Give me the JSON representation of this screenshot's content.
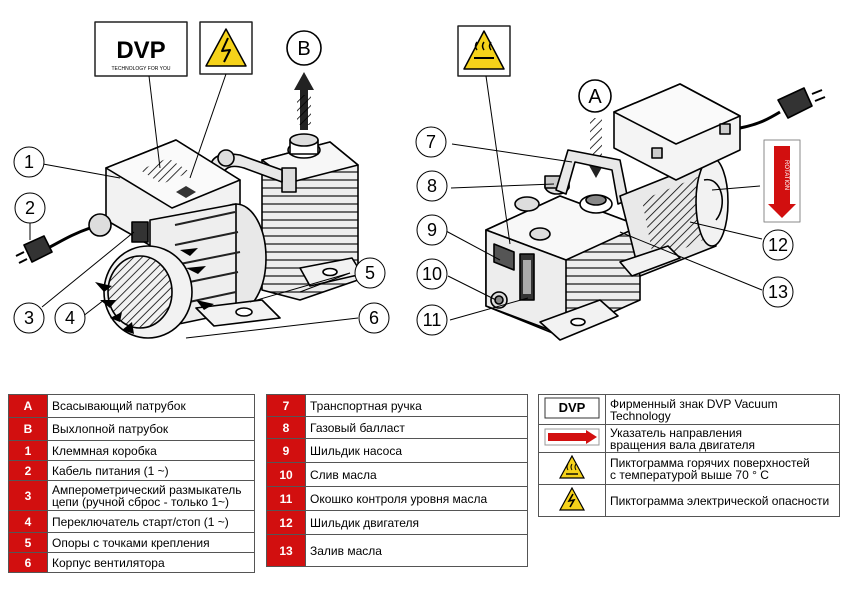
{
  "callouts": [
    "1",
    "2",
    "3",
    "4",
    "5",
    "6",
    "7",
    "8",
    "9",
    "10",
    "11",
    "12",
    "13"
  ],
  "port_markers": {
    "a": "A",
    "b": "B"
  },
  "dvp_logo": {
    "text": "DVP",
    "tagline": "TECHNOLOGY FOR YOU"
  },
  "rotation_sign": {
    "text": "ROTATION"
  },
  "legend_left": [
    {
      "code": "A",
      "text": [
        "Всасывающий патрубок"
      ]
    },
    {
      "code": "B",
      "text": [
        "Выхлопной патрубок"
      ]
    },
    {
      "code": "1",
      "text": [
        "Клеммная коробка"
      ]
    },
    {
      "code": "2",
      "text": [
        "Кабель питания (1 ~)"
      ]
    },
    {
      "code": "3",
      "text": [
        "Амперометрический размыкатель",
        "цепи (ручной сброс - только 1~)"
      ]
    },
    {
      "code": "4",
      "text": [
        "Переключатель старт/стоп (1 ~)"
      ]
    },
    {
      "code": "5",
      "text": [
        "Опоры с точками крепления"
      ]
    },
    {
      "code": "6",
      "text": [
        "Корпус вентилятора"
      ]
    }
  ],
  "legend_mid": [
    {
      "code": "7",
      "text": [
        "Транспортная ручка"
      ]
    },
    {
      "code": "8",
      "text": [
        "Газовый балласт"
      ]
    },
    {
      "code": "9",
      "text": [
        "Шильдик насоса"
      ]
    },
    {
      "code": "10",
      "text": [
        "Слив масла"
      ]
    },
    {
      "code": "11",
      "text": [
        "Окошко контроля уровня масла"
      ]
    },
    {
      "code": "12",
      "text": [
        "Шильдик двигателя"
      ]
    },
    {
      "code": "13",
      "text": [
        "Залив масла"
      ]
    }
  ],
  "legend_right": [
    {
      "symbol": "dvp-logo",
      "text": [
        "Фирменный знак DVP Vacuum Technology"
      ]
    },
    {
      "symbol": "rotation-arrow",
      "text": [
        "Указатель направления",
        "вращения вала двигателя"
      ]
    },
    {
      "symbol": "hot-surface-warning",
      "text": [
        "Пиктограмма горячих поверхностей",
        "с температурой выше 70 ° C"
      ]
    },
    {
      "symbol": "electrical-warning",
      "text": [
        "Пиктограмма электрической опасности"
      ]
    }
  ],
  "colors": {
    "accent_red": "#d20f0f",
    "warning_yellow": "#f5d21a",
    "line": "#000000",
    "machine_fill": "#f2f2f2",
    "machine_shade": "#cfcfcf"
  }
}
